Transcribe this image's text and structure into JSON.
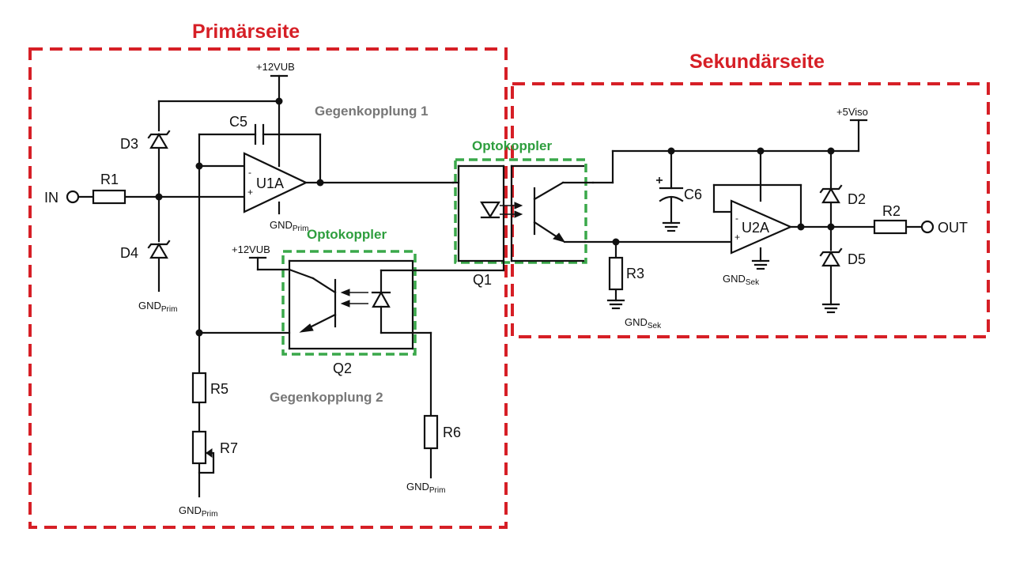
{
  "regions": {
    "primary": "Primärseite",
    "secondary": "Sekundärseite"
  },
  "annotations": {
    "feedback_1": "Gegenkopplung 1",
    "feedback_2": "Gegenkopplung 2",
    "optocoupler_q1": "Optokoppler",
    "optocoupler_q2": "Optokoppler"
  },
  "ports": {
    "input": "IN",
    "output": "OUT"
  },
  "rails": {
    "vub_top": "+12VUB",
    "vub_q2": "+12VUB",
    "viso": "+5Viso"
  },
  "grounds": {
    "gnd_u1a": {
      "base": "GND",
      "sub": "Prim"
    },
    "gnd_d4": {
      "base": "GND",
      "sub": "Prim"
    },
    "gnd_r7": {
      "base": "GND",
      "sub": "Prim"
    },
    "gnd_r6": {
      "base": "GND",
      "sub": "Prim"
    },
    "gnd_r3": {
      "base": "GND",
      "sub": "Sek"
    },
    "gnd_u2a": {
      "base": "GND",
      "sub": "Sek"
    }
  },
  "components": {
    "r1": "R1",
    "r2": "R2",
    "r3": "R3",
    "r5": "R5",
    "r6": "R6",
    "r7": "R7",
    "c5": "C5",
    "c6": "C6",
    "d2": "D2",
    "d3": "D3",
    "d4": "D4",
    "d5": "D5",
    "u1a": "U1A",
    "u2a": "U2A",
    "q1": "Q1",
    "q2": "Q2"
  },
  "opamp_pins": {
    "minus": "-",
    "plus": "+"
  },
  "colors": {
    "region_border": "#d61f26",
    "optocoupler_border": "#3aa84a",
    "annotation_gray": "#777777",
    "wire": "#111111"
  }
}
